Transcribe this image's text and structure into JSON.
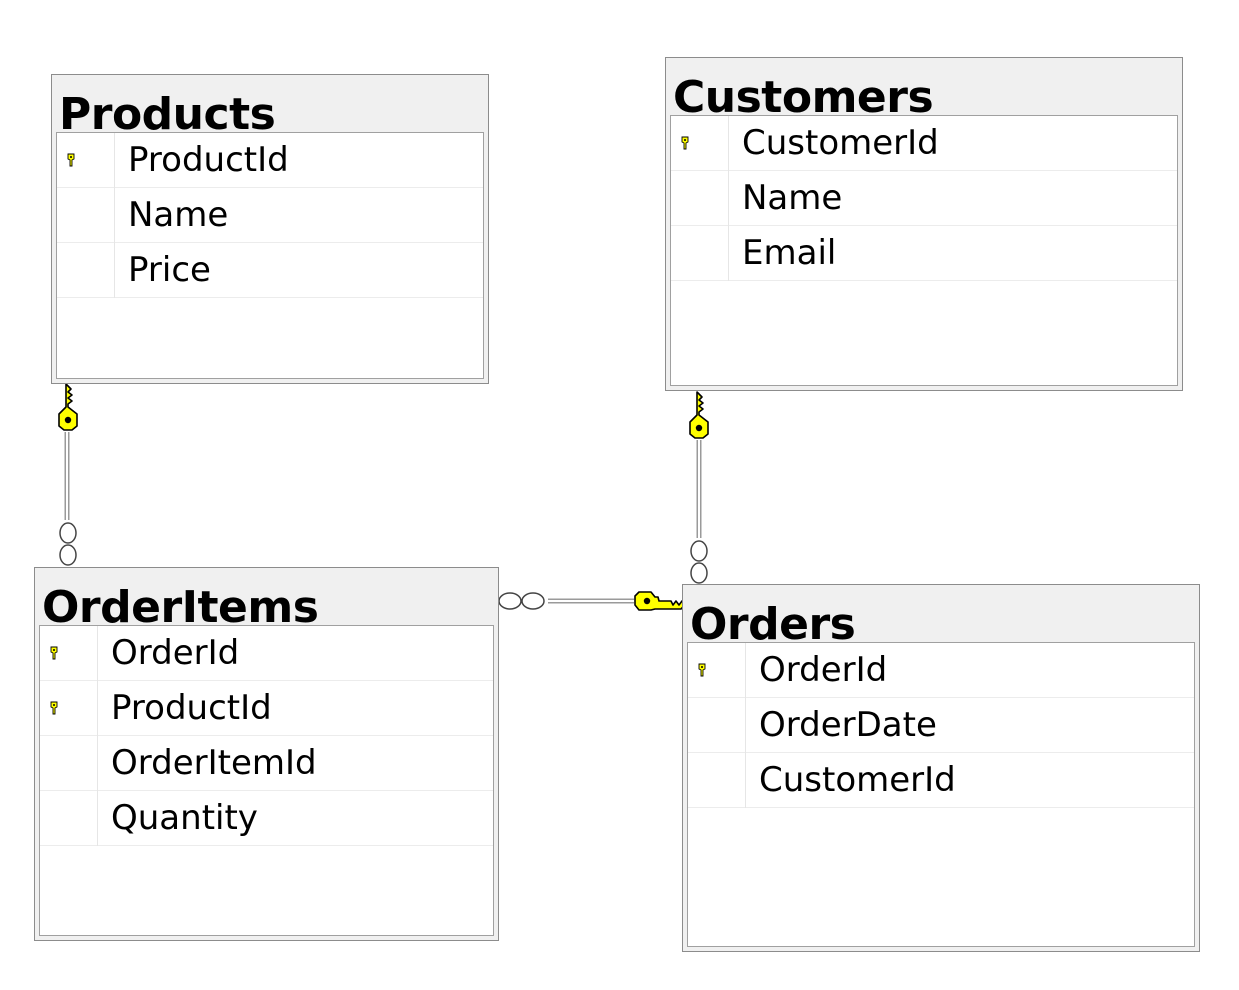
{
  "diagram": {
    "tables": [
      {
        "id": "products",
        "title": "Products",
        "columns": [
          {
            "name": "ProductId",
            "primary_key": true
          },
          {
            "name": "Name",
            "primary_key": false
          },
          {
            "name": "Price",
            "primary_key": false
          }
        ]
      },
      {
        "id": "customers",
        "title": "Customers",
        "columns": [
          {
            "name": "CustomerId",
            "primary_key": true
          },
          {
            "name": "Name",
            "primary_key": false
          },
          {
            "name": "Email",
            "primary_key": false
          }
        ]
      },
      {
        "id": "orderitems",
        "title": "OrderItems",
        "columns": [
          {
            "name": "OrderId",
            "primary_key": true
          },
          {
            "name": "ProductId",
            "primary_key": true
          },
          {
            "name": "OrderItemId",
            "primary_key": false
          },
          {
            "name": "Quantity",
            "primary_key": false
          }
        ]
      },
      {
        "id": "orders",
        "title": "Orders",
        "columns": [
          {
            "name": "OrderId",
            "primary_key": true
          },
          {
            "name": "OrderDate",
            "primary_key": false
          },
          {
            "name": "CustomerId",
            "primary_key": false
          }
        ]
      }
    ],
    "relationships": [
      {
        "id": "products-orderitems",
        "one": "products",
        "many": "orderitems",
        "one_end": "key-icon",
        "many_end": "infinity-icon"
      },
      {
        "id": "customers-orders",
        "one": "customers",
        "many": "orders",
        "one_end": "key-icon",
        "many_end": "infinity-icon"
      },
      {
        "id": "orders-orderitems",
        "one": "orders",
        "many": "orderitems",
        "one_end": "key-icon",
        "many_end": "infinity-icon"
      }
    ],
    "colors": {
      "key_fill": "#ffff00",
      "key_stroke": "#000000",
      "title_bar": "#f0f0f0",
      "table_border": "#8c8c8c",
      "row_divider": "#ececec",
      "connector": "#9a9a9a"
    }
  }
}
